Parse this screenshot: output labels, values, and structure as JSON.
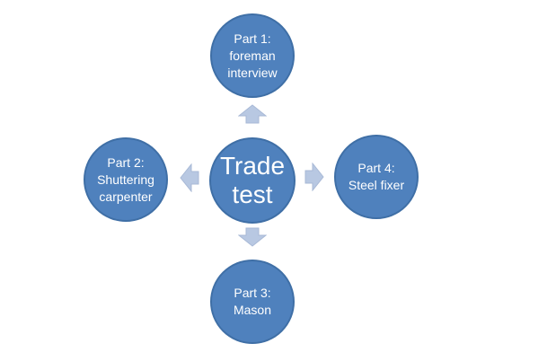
{
  "center": {
    "line1": "Trade",
    "line2": "test"
  },
  "nodes": {
    "top": {
      "line1": "Part 1:",
      "line2": "foreman",
      "line3": "interview"
    },
    "left": {
      "line1": "Part 2:",
      "line2": "Shuttering",
      "line3": "carpenter"
    },
    "right": {
      "line1": "Part 4:",
      "line2": "Steel fixer"
    },
    "bottom": {
      "line1": "Part 3:",
      "line2": "Mason"
    }
  },
  "colors": {
    "node_fill": "#4f81bd",
    "node_border": "#3f6fa6",
    "arrow_fill": "#b8c8e2",
    "text": "#ffffff"
  }
}
